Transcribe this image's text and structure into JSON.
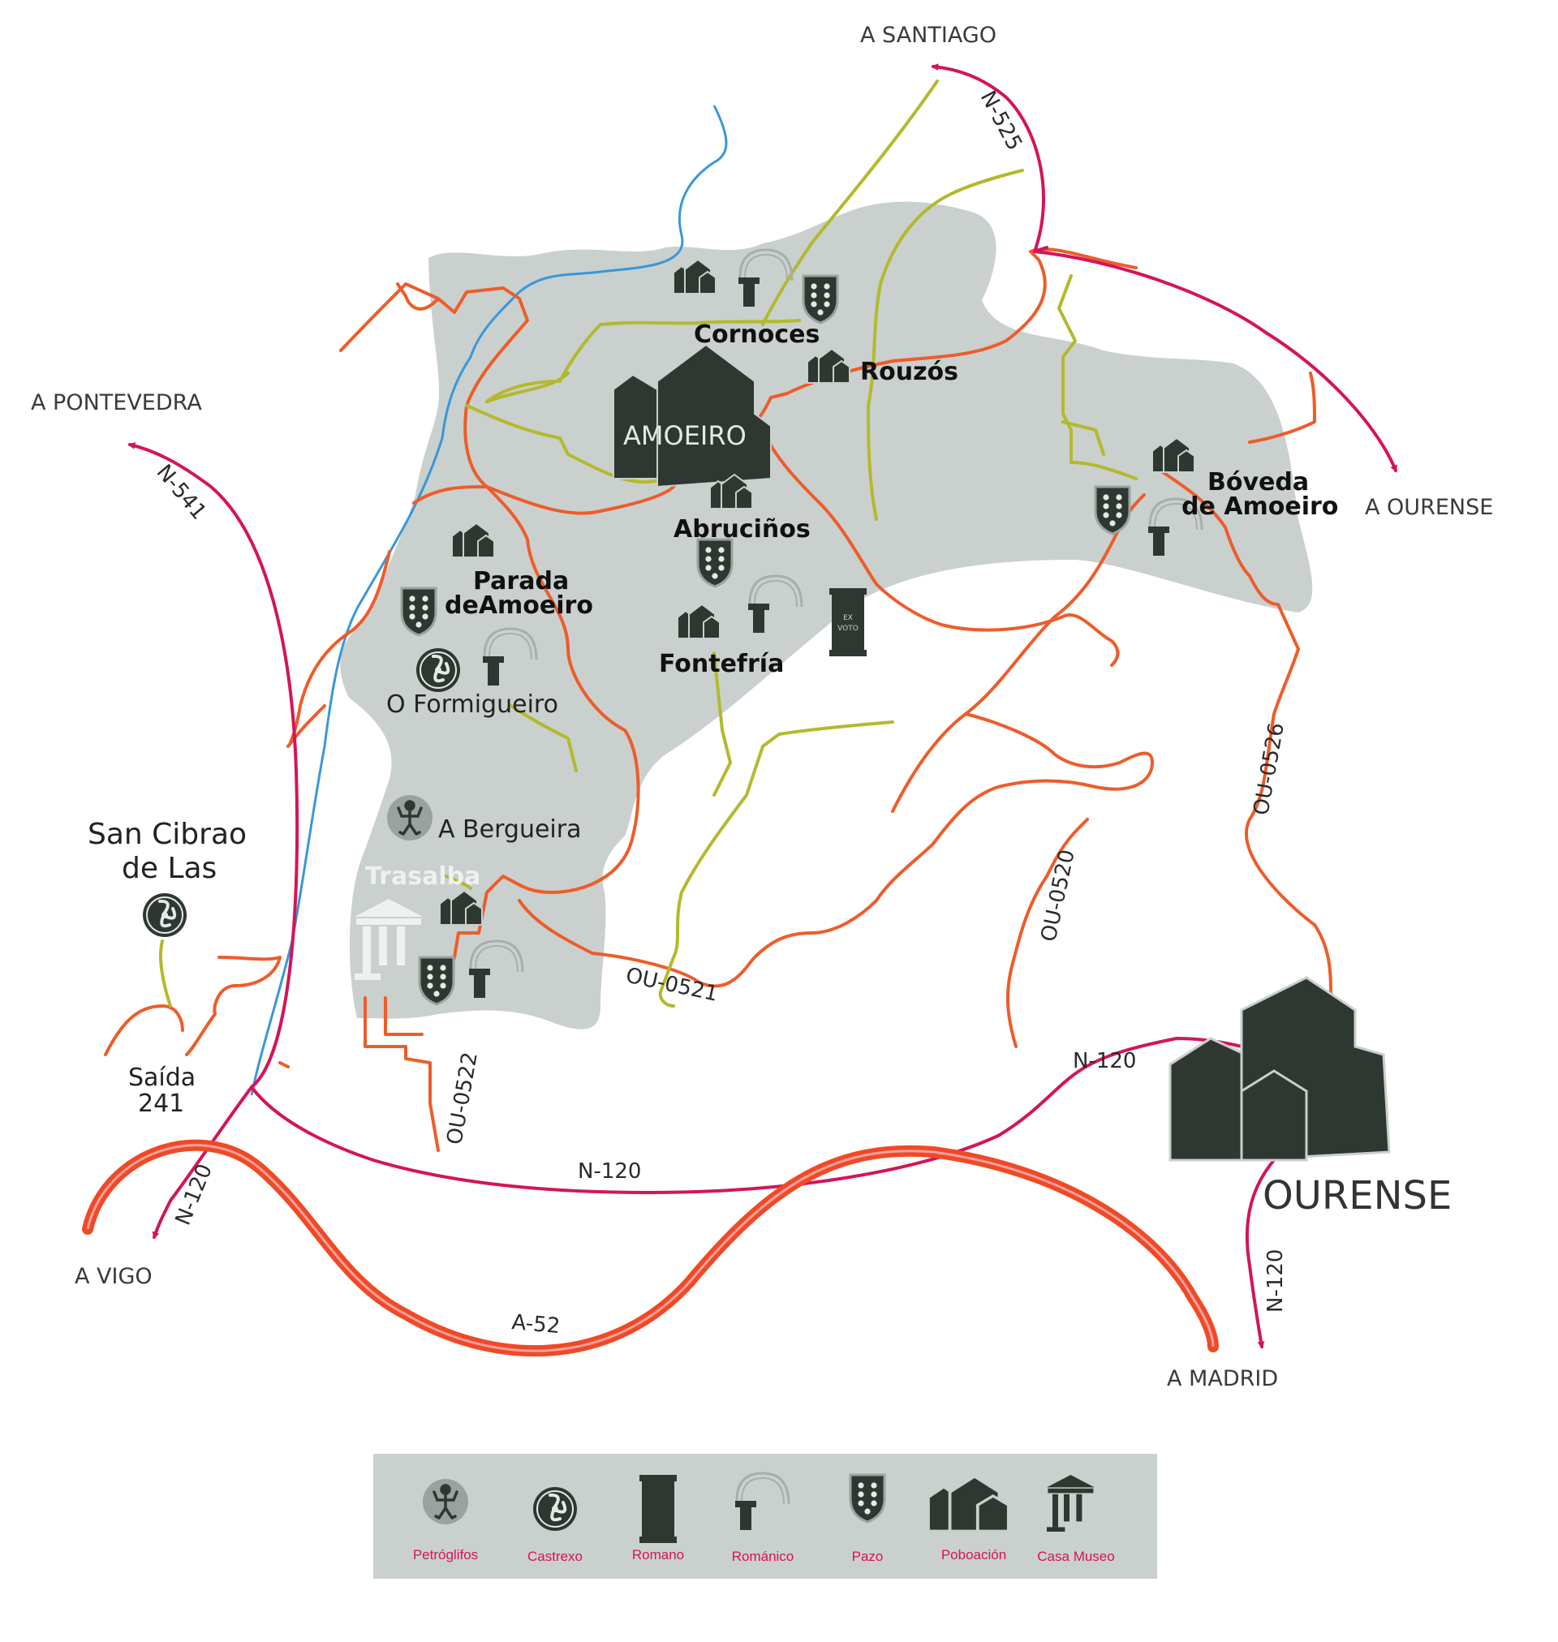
{
  "destinations": {
    "santiago": "A SANTIAGO",
    "pontevedra": "A PONTEVEDRA",
    "ourense_ne": "A OURENSE",
    "vigo": "A VIGO",
    "madrid": "A MADRID"
  },
  "roads": {
    "n525": "N-525",
    "n541": "N-541",
    "n120_sw": "N-120",
    "n120_mid": "N-120",
    "n120_east": "N-120",
    "n120_madrid": "N-120",
    "a52": "A-52",
    "ou0526": "OU-0526",
    "ou0520": "OU-0520",
    "ou0521": "OU-0521",
    "ou0522": "OU-0522"
  },
  "places": {
    "amoeiro": "AMOEIRO",
    "cornoces": "Cornoces",
    "rouzos": "Rouzós",
    "abrucinos": "Abruciños",
    "boveda_1": "Bóveda",
    "boveda_2": "de Amoeiro",
    "parada_1": "Parada",
    "parada_2": "deAmoeiro",
    "fontefria": "Fontefría",
    "formigueiro": "O Formigueiro",
    "bergueira": "A Bergueira",
    "trasalba": "Trasalba",
    "san_cibrao_1": "San Cibrao",
    "san_cibrao_2": "de Las",
    "saida_1": "Saída",
    "saida_2": "241",
    "ourense": "OURENSE",
    "ex_voto_1": "EX",
    "ex_voto_2": "VOTO"
  },
  "legend": {
    "items": [
      {
        "label": "Petróglifos",
        "icon": "petroglyph-icon"
      },
      {
        "label": "Castrexo",
        "icon": "castro-triskelion-icon"
      },
      {
        "label": "Romano",
        "icon": "roman-ex-voto-icon"
      },
      {
        "label": "Románico",
        "icon": "romanesque-arch-icon"
      },
      {
        "label": "Pazo",
        "icon": "pazo-shield-icon"
      },
      {
        "label": "Poboación",
        "icon": "village-houses-icon"
      },
      {
        "label": "Casa Museo",
        "icon": "museum-temple-icon"
      }
    ]
  },
  "colors": {
    "area": "#c9d0ce",
    "national_road": "#d4145a",
    "local_road": "#ee5c2a",
    "path": "#b4b92c",
    "river": "#3a97d8",
    "icon_fill": "#2f3731",
    "highway": "#ef4a25"
  }
}
